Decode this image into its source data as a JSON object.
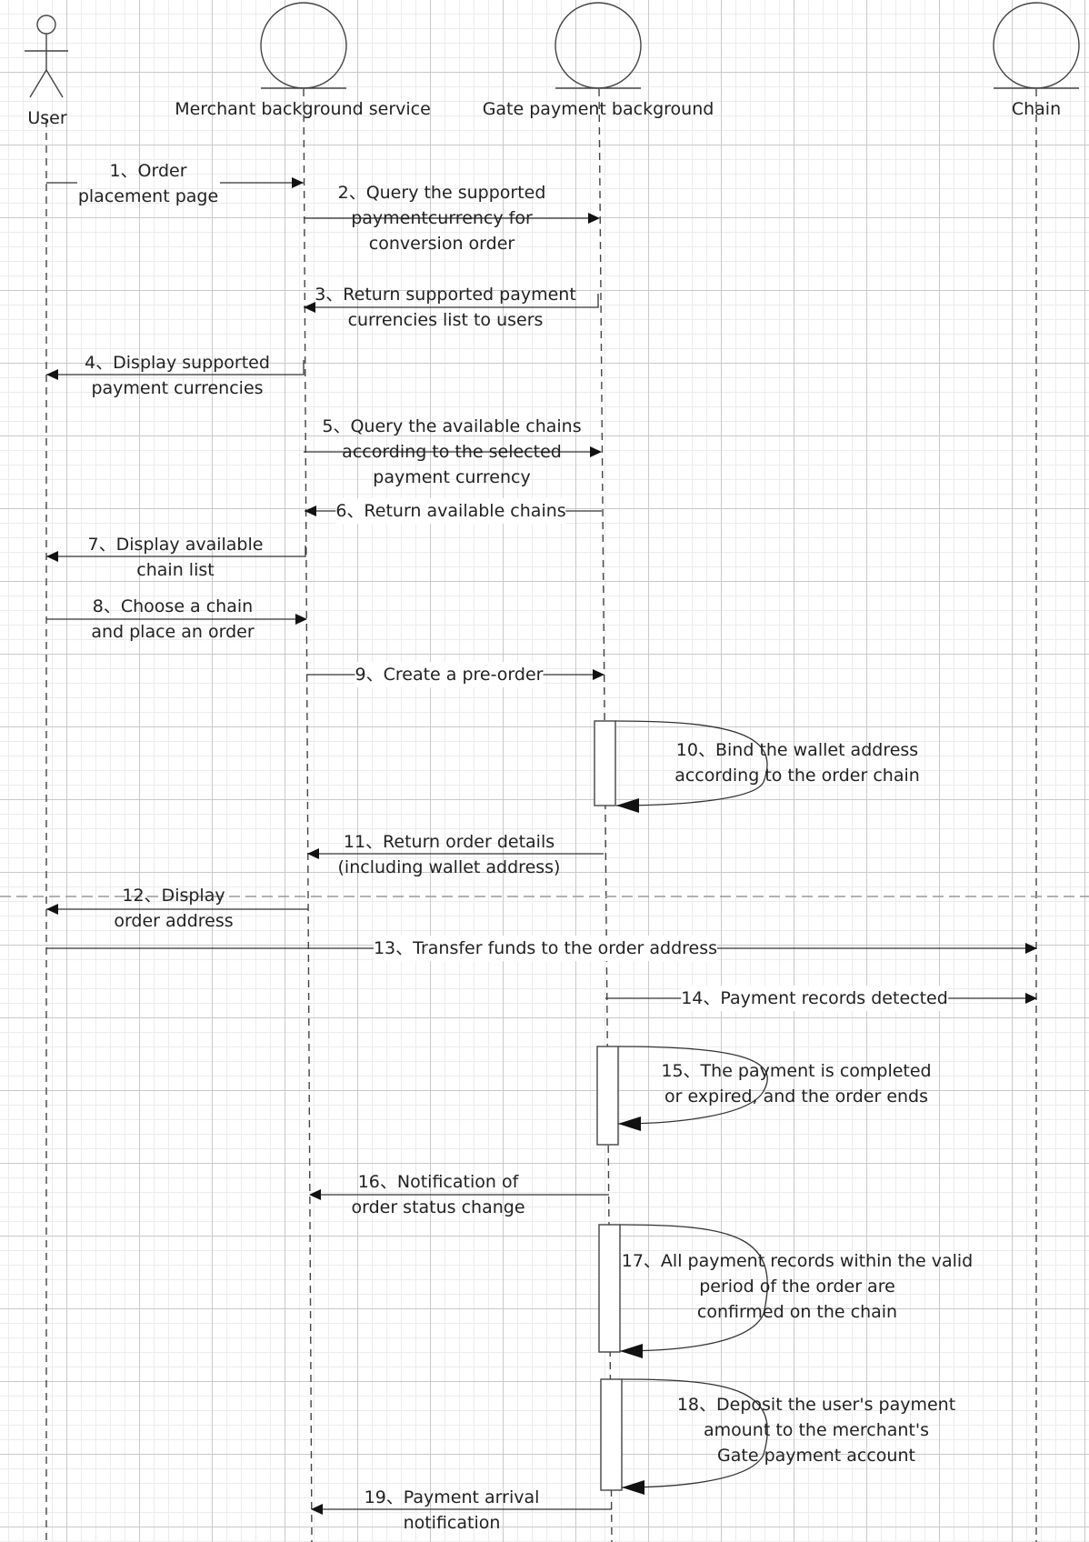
{
  "participants": [
    {
      "id": "user",
      "name": "User",
      "kind": "actor"
    },
    {
      "id": "merchant",
      "name": "Merchant background service",
      "kind": "entity"
    },
    {
      "id": "gate",
      "name": "Gate payment background",
      "kind": "entity"
    },
    {
      "id": "chain",
      "name": "Chain",
      "kind": "entity"
    }
  ],
  "messages": [
    {
      "label": "1、Order\nplacement page",
      "from": "user",
      "to": "merchant"
    },
    {
      "label": "2、Query the supported\npaymentcurrency for\nconversion order",
      "from": "merchant",
      "to": "gate"
    },
    {
      "label": "3、Return supported payment\ncurrencies list to users",
      "from": "gate",
      "to": "merchant"
    },
    {
      "label": "4、Display supported\npayment currencies",
      "from": "merchant",
      "to": "user"
    },
    {
      "label": "5、Query the available chains\naccording to the selected\npayment currency",
      "from": "merchant",
      "to": "gate"
    },
    {
      "label": "6、Return available chains",
      "from": "gate",
      "to": "merchant"
    },
    {
      "label": "7、Display available\nchain list",
      "from": "merchant",
      "to": "user"
    },
    {
      "label": "8、Choose a chain\nand place an order",
      "from": "user",
      "to": "merchant"
    },
    {
      "label": "9、Create a pre-order",
      "from": "merchant",
      "to": "gate"
    },
    {
      "label": "10、Bind the wallet address\naccording to the order chain",
      "from": "gate",
      "to": "gate"
    },
    {
      "label": "11、Return order details\n(including wallet address)",
      "from": "gate",
      "to": "merchant"
    },
    {
      "label": "12、Display\norder address",
      "from": "merchant",
      "to": "user"
    },
    {
      "label": "13、Transfer funds to the order address",
      "from": "user",
      "to": "chain"
    },
    {
      "label": "14、Payment records detected",
      "from": "gate",
      "to": "chain"
    },
    {
      "label": "15、The payment is completed\nor expired, and the order ends",
      "from": "gate",
      "to": "gate"
    },
    {
      "label": "16、Notification of\norder status change",
      "from": "gate",
      "to": "merchant"
    },
    {
      "label": "17、All payment records within the valid\nperiod of the order are\nconfirmed on the chain",
      "from": "gate",
      "to": "gate"
    },
    {
      "label": "18、Deposit the user's payment\namount to the merchant's\nGate payment account",
      "from": "gate",
      "to": "gate"
    },
    {
      "label": "19、Payment arrival\nnotification",
      "from": "gate",
      "to": "merchant"
    }
  ]
}
